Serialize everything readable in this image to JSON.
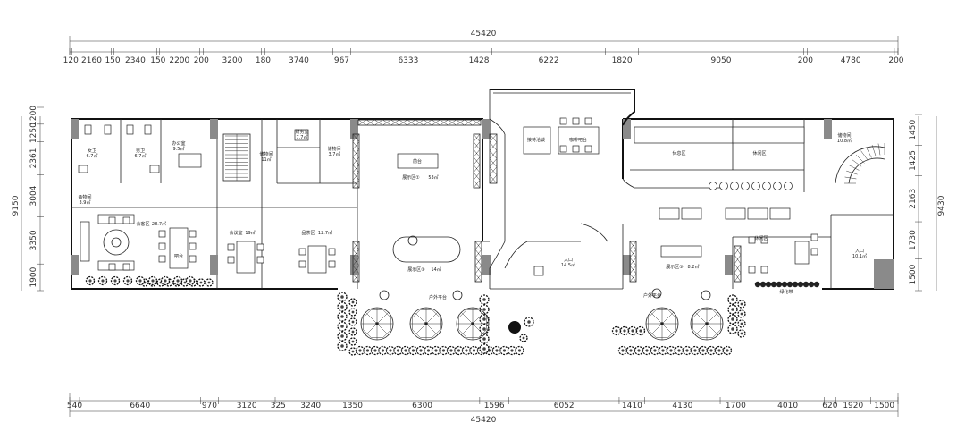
{
  "dimensions": {
    "top_total": "45420",
    "top_segments": [
      "120",
      "2160",
      "150",
      "2340",
      "150",
      "2200",
      "200",
      "3200",
      "180",
      "3740",
      "967",
      "6333",
      "1428",
      "6222",
      "1820",
      "9050",
      "200",
      "4780",
      "200"
    ],
    "bottom_total": "45420",
    "bottom_segments": [
      "540",
      "6640",
      "970",
      "3120",
      "325",
      "3240",
      "1350",
      "6300",
      "1596",
      "6052",
      "1410",
      "4130",
      "1700",
      "4010",
      "620",
      "1920",
      "1500"
    ],
    "left_total": "9150",
    "left_segments": [
      "1200",
      "1250",
      "2361",
      "3004",
      "3350",
      "1900"
    ],
    "right_total": "9430",
    "right_segments": [
      "1450",
      "1425",
      "2163",
      "1730",
      "1500"
    ]
  },
  "rooms": [
    {
      "id": "restroom-women",
      "name": "女卫",
      "area": "6.7㎡"
    },
    {
      "id": "restroom-men",
      "name": "男卫",
      "area": "6.7㎡"
    },
    {
      "id": "office",
      "name": "办公室",
      "area": "9.5㎡"
    },
    {
      "id": "storage",
      "name": "储物间",
      "area": "11㎡"
    },
    {
      "id": "finance",
      "name": "财务室",
      "area": "7.7㎡"
    },
    {
      "id": "storage-2",
      "name": "储物间",
      "area": "3.7㎡"
    },
    {
      "id": "exhibit-1",
      "name": "展示区①",
      "area": "53㎡"
    },
    {
      "id": "reception",
      "name": "接待洽谈",
      "area": ""
    },
    {
      "id": "coffee",
      "name": "咖啡吧台",
      "area": ""
    },
    {
      "id": "lounge",
      "name": "休息区",
      "area": ""
    },
    {
      "id": "leisure",
      "name": "休闲区",
      "area": ""
    },
    {
      "id": "stock-room",
      "name": "储物间",
      "area": "10.8㎡"
    },
    {
      "id": "cloak",
      "name": "备物间",
      "area": "3.9㎡"
    },
    {
      "id": "guest-room",
      "name": "会客区",
      "area": "28.7㎡"
    },
    {
      "id": "meeting",
      "name": "会议室",
      "area": "19㎡"
    },
    {
      "id": "tea",
      "name": "品茶区",
      "area": "12.7㎡"
    },
    {
      "id": "exhibit-2",
      "name": "展示区②",
      "area": "14㎡"
    },
    {
      "id": "entrance-main",
      "name": "入口",
      "area": "14.5㎡"
    },
    {
      "id": "exhibit-3",
      "name": "展示区③",
      "area": "8.2㎡"
    },
    {
      "id": "leisure-2",
      "name": "休闲区",
      "area": ""
    },
    {
      "id": "entrance-side",
      "name": "入口",
      "area": "10.1㎡"
    },
    {
      "id": "outdoor-1",
      "name": "户外平台",
      "area": ""
    },
    {
      "id": "outdoor-2",
      "name": "户外平台",
      "area": ""
    },
    {
      "id": "planter",
      "name": "绿化带",
      "area": ""
    },
    {
      "id": "bar",
      "name": "吧台",
      "area": ""
    },
    {
      "id": "desk",
      "name": "前台",
      "area": ""
    }
  ]
}
